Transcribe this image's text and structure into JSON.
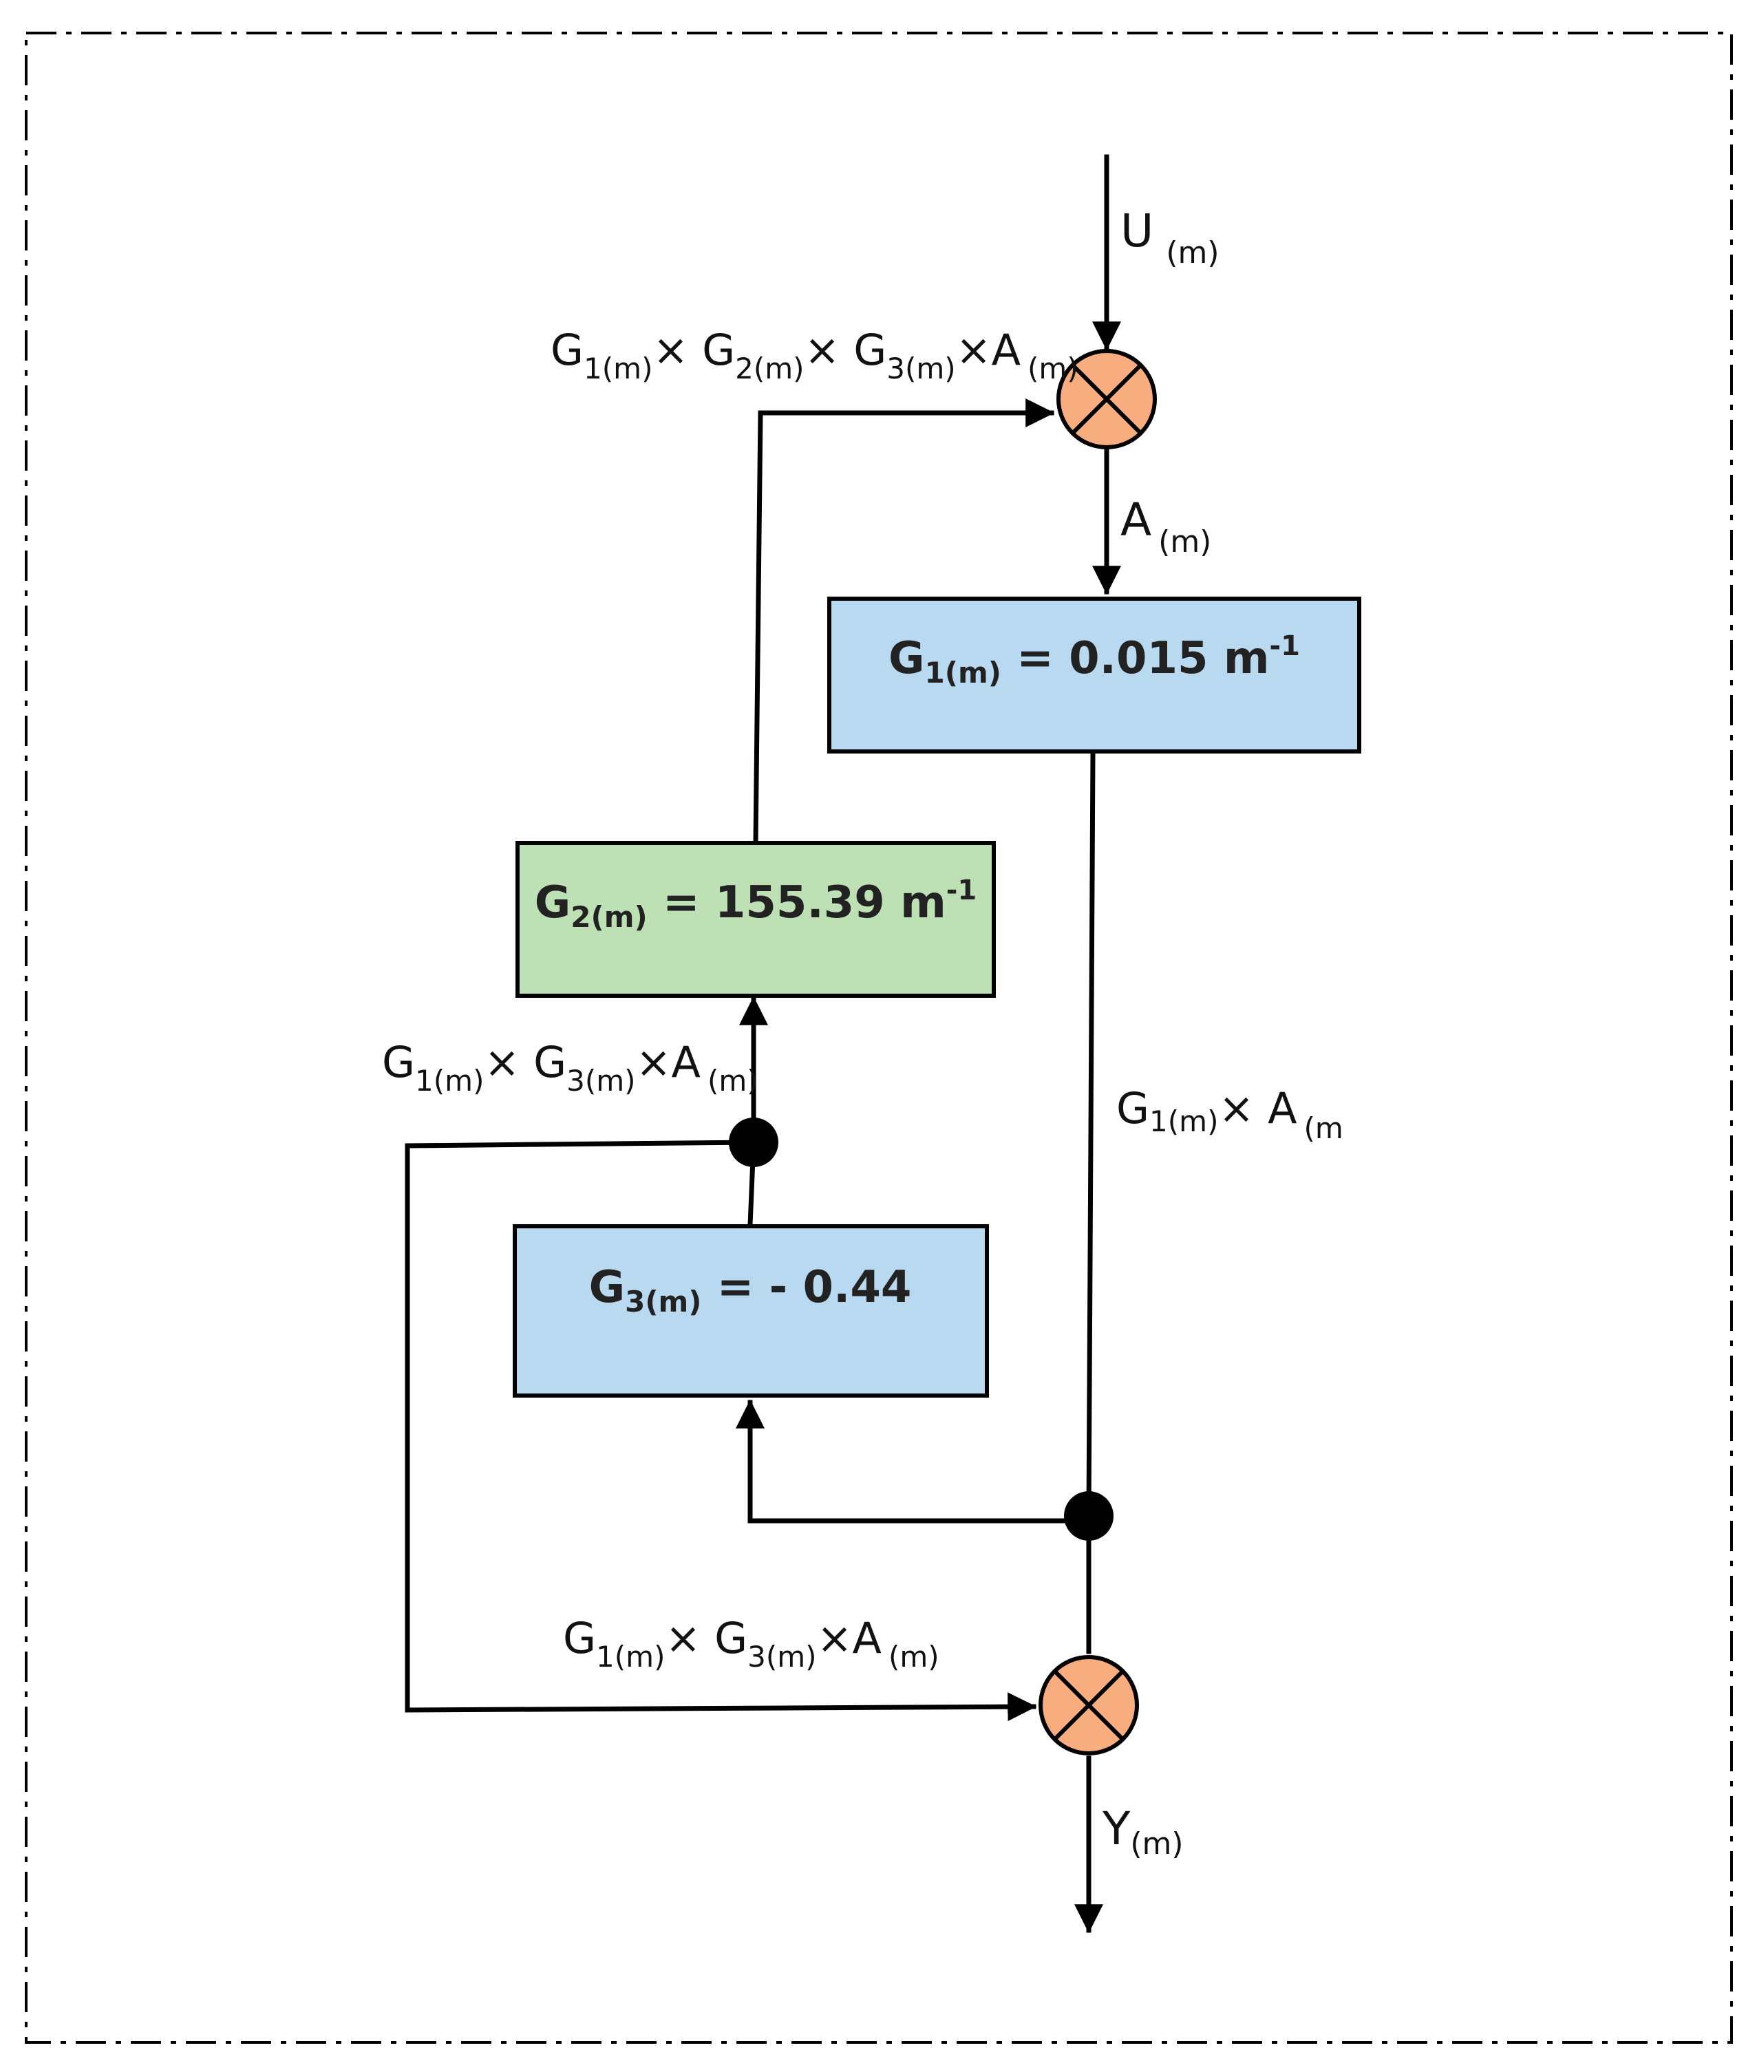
{
  "colors": {
    "block_blue": "#b8d9ef",
    "block_green": "#bde0b5",
    "summing_junction": "#f8ad7f",
    "line": "#000000"
  },
  "blocks": {
    "g1": {
      "name": "G",
      "sub": "1(m)",
      "eq": " = 0.015 m",
      "sup": "-1"
    },
    "g2": {
      "name": "G",
      "sub": "2(m)",
      "eq": " =  155.39 m",
      "sup": "-1"
    },
    "g3": {
      "name": "G",
      "sub": "3(m)",
      "eq": " =  - 0.44"
    }
  },
  "signals": {
    "input": {
      "base": "U",
      "sub": "(m)"
    },
    "a": {
      "base": "A",
      "sub": "(m)"
    },
    "output": {
      "base": "Y",
      "sub": "(m)"
    },
    "g1_times_a": {
      "t1": "G",
      "s1": "1(m)",
      "t2": "× A",
      "s2": "(m"
    },
    "feedback_top": {
      "t1": "G",
      "s1": "1(m)",
      "t2": "× G",
      "s2": "2(m)",
      "t3": "× G",
      "s3": "3(m)",
      "t4": "×A",
      "s4": "(m)"
    },
    "mid_branch": {
      "t1": "G",
      "s1": "1(m)",
      "t2": "× G",
      "s2": "3(m)",
      "t3": "×A",
      "s3": "(m)"
    },
    "bottom_branch": {
      "t1": "G",
      "s1": "1(m)",
      "t2": "× G",
      "s2": "3(m)",
      "t3": "×A",
      "s3": "(m)"
    }
  }
}
